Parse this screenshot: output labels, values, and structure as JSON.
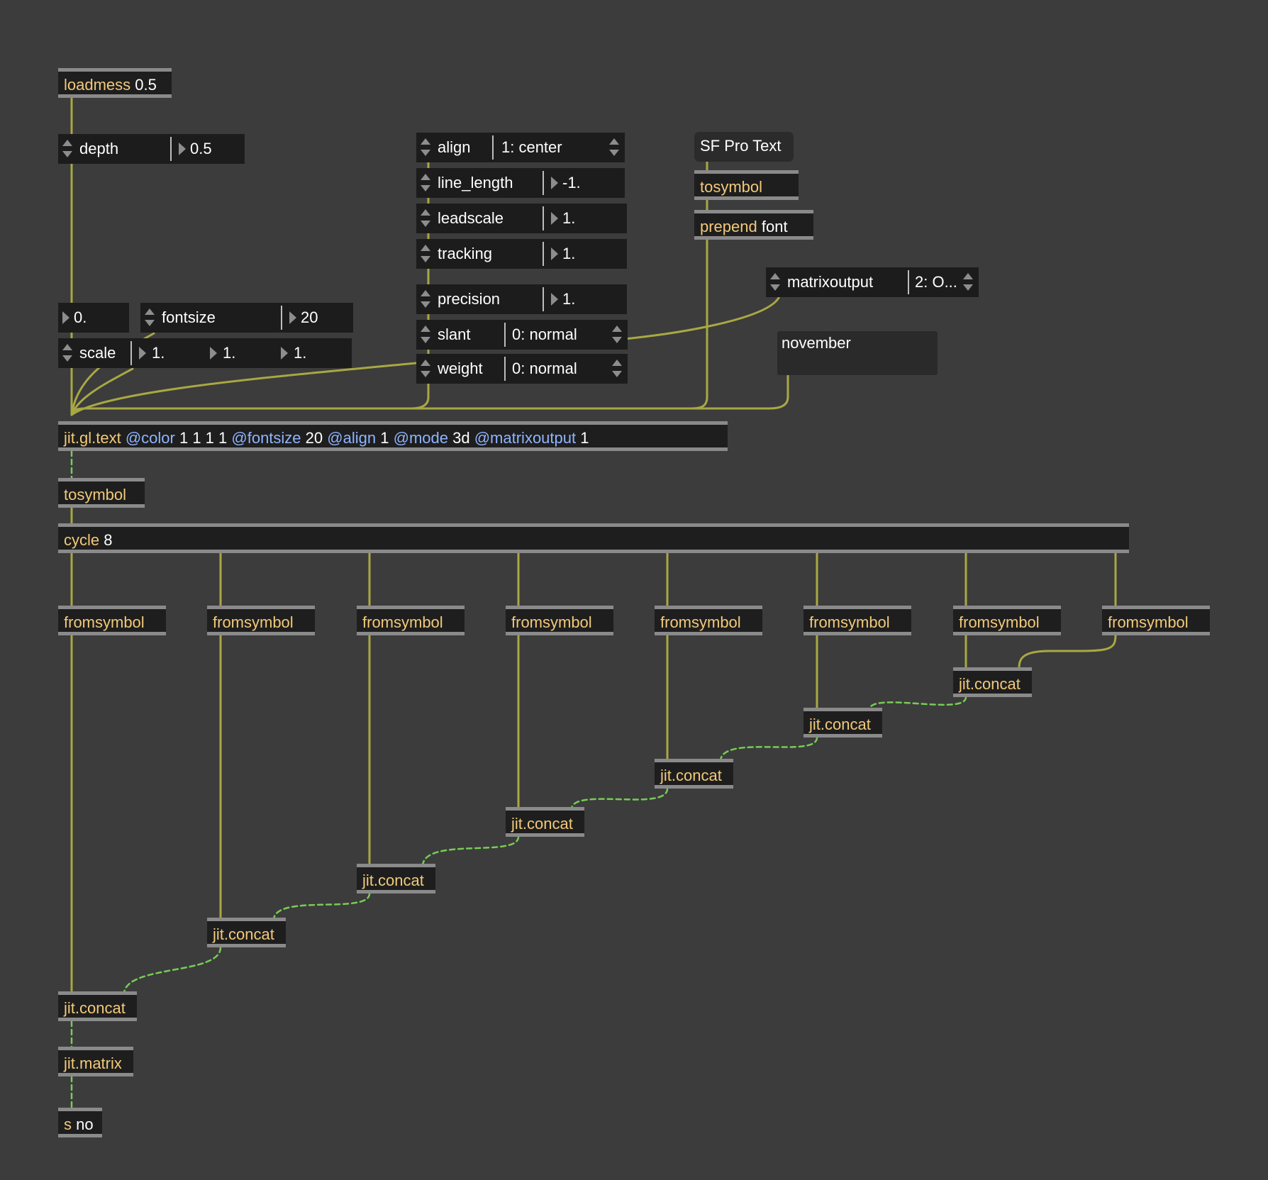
{
  "colors": {
    "background": "#3c3c3c",
    "object_text": "#f2c97a",
    "attribute_text": "#8fb4ff",
    "patchcord": "#a8a844",
    "matrix_cord": "#77cc55"
  },
  "objects": {
    "loadmess": {
      "cls": "loadmess",
      "args": "0.5"
    },
    "tosymbol_font": {
      "cls": "tosymbol"
    },
    "prepend_font": {
      "cls": "prepend",
      "args": "font"
    },
    "jit_gl_text": {
      "cls": "jit.gl.text",
      "k1": "@color",
      "v1": "1 1 1 1",
      "k2": "@fontsize",
      "v2": "20",
      "k3": "@align",
      "v3": "1",
      "k4": "@mode",
      "v4": "3d",
      "k5": "@matrixoutput",
      "v5": "1"
    },
    "tosymbol_main": {
      "cls": "tosymbol"
    },
    "cycle": {
      "cls": "cycle",
      "args": "8"
    },
    "fromsymbol_label": "fromsymbol",
    "jit_concat_label": "jit.concat",
    "jit_matrix": {
      "cls": "jit.matrix"
    },
    "send": {
      "cls": "s",
      "args": "no"
    }
  },
  "messages": {
    "font_name": "SF Pro Text"
  },
  "text_display": {
    "value": "november"
  },
  "attrui": {
    "depth": {
      "name": "depth",
      "value": "0.5"
    },
    "align": {
      "name": "align",
      "value": "1: center"
    },
    "line_length": {
      "name": "line_length",
      "value": "-1."
    },
    "leadscale": {
      "name": "leadscale",
      "value": "1."
    },
    "tracking": {
      "name": "tracking",
      "value": "1."
    },
    "precision": {
      "name": "precision",
      "value": "1."
    },
    "slant": {
      "name": "slant",
      "value": "0: normal"
    },
    "weight": {
      "name": "weight",
      "value": "0: normal"
    },
    "fontsize": {
      "name": "fontsize",
      "value": "20"
    },
    "scale": {
      "name": "scale",
      "v1": "1.",
      "v2": "1.",
      "v3": "1."
    },
    "matrixoutput": {
      "name": "matrixoutput",
      "value": "2: O..."
    }
  },
  "number_box": {
    "value": "0."
  }
}
